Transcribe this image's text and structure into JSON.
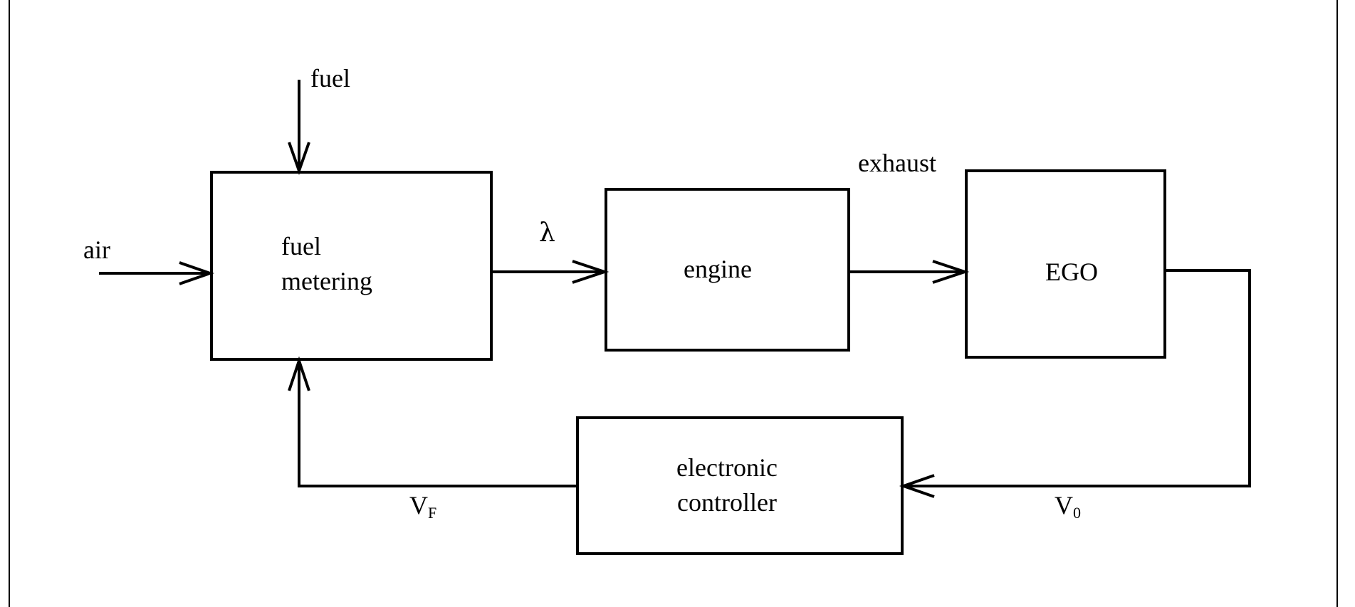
{
  "blocks": {
    "fuel_metering": {
      "line1": "fuel",
      "line2": "metering"
    },
    "engine": {
      "label": "engine"
    },
    "ego": {
      "label": "EGO"
    },
    "controller": {
      "line1": "electronic",
      "line2": "controller"
    }
  },
  "signals": {
    "fuel": "fuel",
    "air": "air",
    "lambda": "λ",
    "exhaust": "exhaust",
    "vf": {
      "main": "V",
      "sub": "F"
    },
    "v0": {
      "main": "V",
      "sub": "0"
    }
  },
  "colors": {
    "ink": "#000000",
    "background": "#ffffff"
  }
}
